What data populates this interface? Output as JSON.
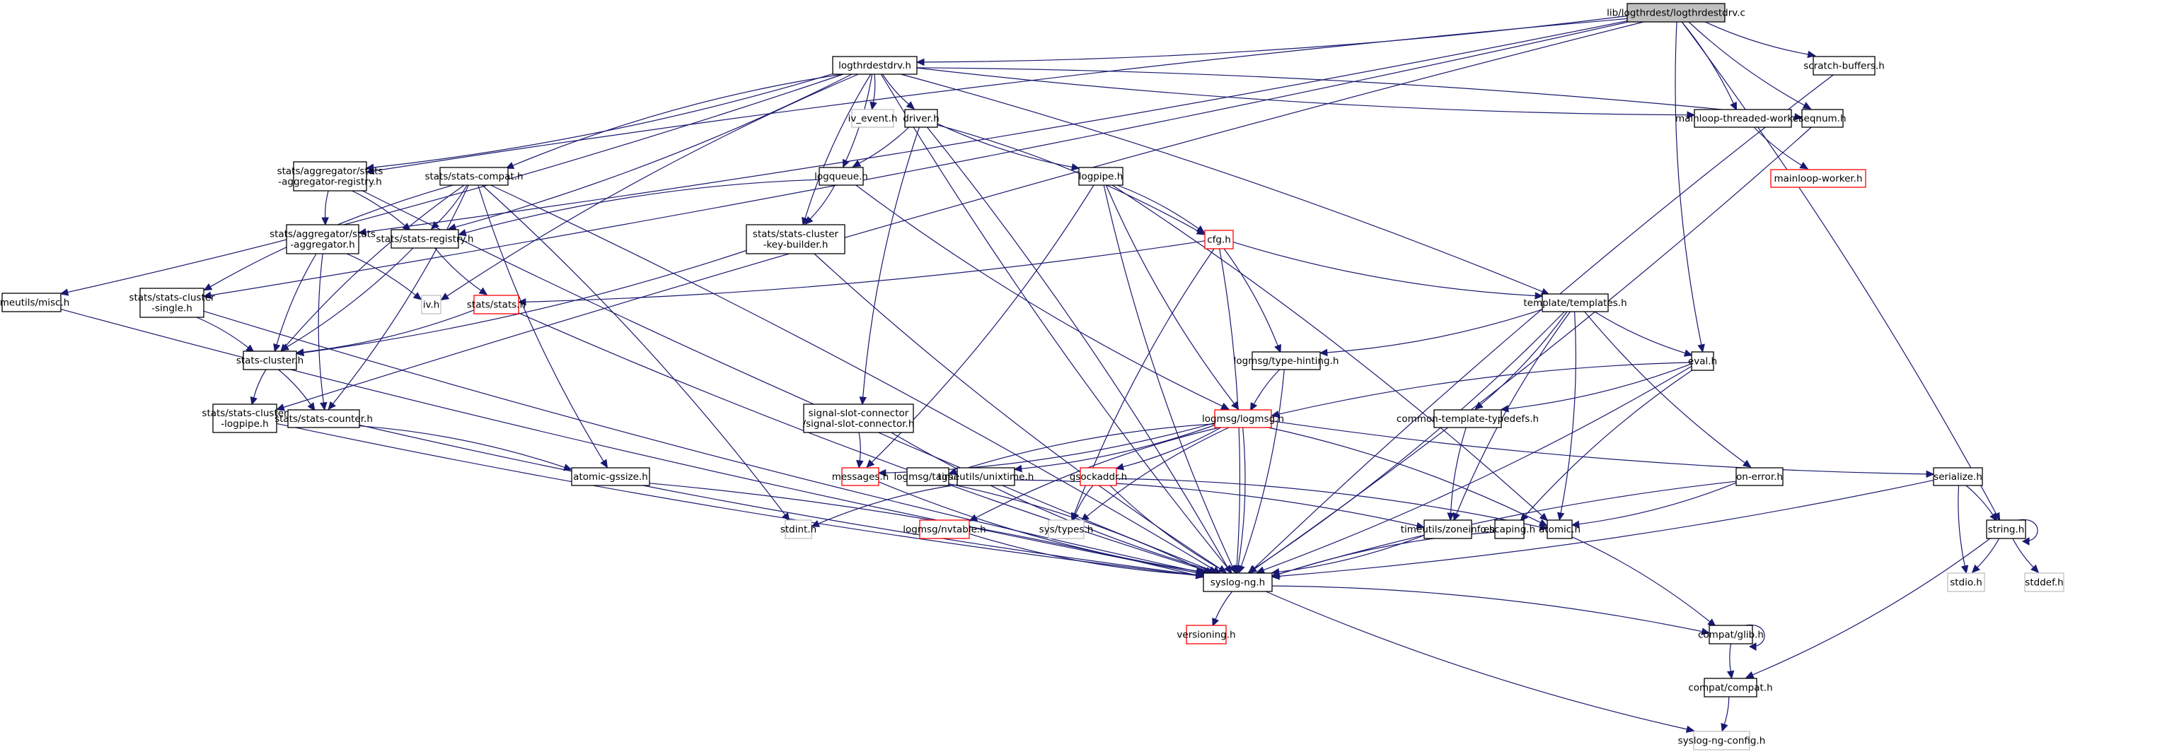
{
  "title": "lib/logthrdest/logthrdestdrv.c include dependency graph",
  "colors": {
    "edge": "#191970",
    "root_fill": "#bfbfbf",
    "node_fill": "#ffffff",
    "border_normal": "#000000",
    "border_red": "#ff0000",
    "border_external": "#bfbfbf"
  },
  "nodes": [
    {
      "id": "root",
      "label": [
        "lib/logthrdest/logthrdestdrv.c"
      ],
      "kind": "root"
    },
    {
      "id": "logthrdestdrv_h",
      "label": [
        "logthrdestdrv.h"
      ],
      "kind": "normal"
    },
    {
      "id": "scratch_buffers",
      "label": [
        "scratch-buffers.h"
      ],
      "kind": "normal"
    },
    {
      "id": "mainloop_threaded_worker",
      "label": [
        "mainloop-threaded-worker.h"
      ],
      "kind": "normal"
    },
    {
      "id": "seqnum",
      "label": [
        "seqnum.h"
      ],
      "kind": "normal"
    },
    {
      "id": "mainloop_worker",
      "label": [
        "mainloop-worker.h"
      ],
      "kind": "red"
    },
    {
      "id": "iv_event",
      "label": [
        "iv_event.h"
      ],
      "kind": "external"
    },
    {
      "id": "driver",
      "label": [
        "driver.h"
      ],
      "kind": "normal"
    },
    {
      "id": "logqueue",
      "label": [
        "logqueue.h"
      ],
      "kind": "normal"
    },
    {
      "id": "logpipe",
      "label": [
        "logpipe.h"
      ],
      "kind": "normal"
    },
    {
      "id": "stats_agg_registry",
      "label": [
        "stats/aggregator/stats",
        "-aggregator-registry.h"
      ],
      "kind": "normal"
    },
    {
      "id": "stats_compat",
      "label": [
        "stats/stats-compat.h"
      ],
      "kind": "normal"
    },
    {
      "id": "stats_aggregator",
      "label": [
        "stats/aggregator/stats",
        "-aggregator.h"
      ],
      "kind": "normal"
    },
    {
      "id": "stats_registry",
      "label": [
        "stats/stats-registry.h"
      ],
      "kind": "normal"
    },
    {
      "id": "stats_cluster_key_builder",
      "label": [
        "stats/stats-cluster",
        "-key-builder.h"
      ],
      "kind": "normal"
    },
    {
      "id": "cfg",
      "label": [
        "cfg.h"
      ],
      "kind": "red"
    },
    {
      "id": "timeutils_misc",
      "label": [
        "timeutils/misc.h"
      ],
      "kind": "normal"
    },
    {
      "id": "stats_cluster_single",
      "label": [
        "stats/stats-cluster",
        "-single.h"
      ],
      "kind": "normal"
    },
    {
      "id": "iv",
      "label": [
        "iv.h"
      ],
      "kind": "external"
    },
    {
      "id": "stats_stats",
      "label": [
        "stats/stats.h"
      ],
      "kind": "red"
    },
    {
      "id": "templates",
      "label": [
        "template/templates.h"
      ],
      "kind": "normal"
    },
    {
      "id": "stats_cluster",
      "label": [
        "stats-cluster.h"
      ],
      "kind": "normal"
    },
    {
      "id": "eval",
      "label": [
        "eval.h"
      ],
      "kind": "normal"
    },
    {
      "id": "type_hinting",
      "label": [
        "logmsg/type-hinting.h"
      ],
      "kind": "normal"
    },
    {
      "id": "stats_cluster_logpipe",
      "label": [
        "stats/stats-cluster",
        "-logpipe.h"
      ],
      "kind": "normal"
    },
    {
      "id": "stats_counter",
      "label": [
        "stats/stats-counter.h"
      ],
      "kind": "normal"
    },
    {
      "id": "logmsg",
      "label": [
        "logmsg/logmsg.h"
      ],
      "kind": "red"
    },
    {
      "id": "common_template_typedefs",
      "label": [
        "common-template-typedefs.h"
      ],
      "kind": "normal"
    },
    {
      "id": "signal_slot_connector",
      "label": [
        "signal-slot-connector",
        "/signal-slot-connector.h"
      ],
      "kind": "normal"
    },
    {
      "id": "atomic_gssize",
      "label": [
        "atomic-gssize.h"
      ],
      "kind": "normal"
    },
    {
      "id": "messages",
      "label": [
        "messages.h"
      ],
      "kind": "red"
    },
    {
      "id": "tags",
      "label": [
        "logmsg/tags.h"
      ],
      "kind": "normal"
    },
    {
      "id": "unixtime",
      "label": [
        "timeutils/unixtime.h"
      ],
      "kind": "normal"
    },
    {
      "id": "gsockaddr",
      "label": [
        "gsockaddr.h"
      ],
      "kind": "red"
    },
    {
      "id": "on_error",
      "label": [
        "on-error.h"
      ],
      "kind": "normal"
    },
    {
      "id": "serialize",
      "label": [
        "serialize.h"
      ],
      "kind": "normal"
    },
    {
      "id": "stdint",
      "label": [
        "stdint.h"
      ],
      "kind": "external"
    },
    {
      "id": "nvtable",
      "label": [
        "logmsg/nvtable.h"
      ],
      "kind": "red"
    },
    {
      "id": "sys_types",
      "label": [
        "sys/types.h"
      ],
      "kind": "external"
    },
    {
      "id": "zoneinfo",
      "label": [
        "timeutils/zoneinfo.h"
      ],
      "kind": "normal"
    },
    {
      "id": "escaping",
      "label": [
        "escaping.h"
      ],
      "kind": "normal"
    },
    {
      "id": "atomic",
      "label": [
        "atomic.h"
      ],
      "kind": "normal"
    },
    {
      "id": "string",
      "label": [
        "string.h"
      ],
      "kind": "normal"
    },
    {
      "id": "stdio",
      "label": [
        "stdio.h"
      ],
      "kind": "external"
    },
    {
      "id": "stddef",
      "label": [
        "stddef.h"
      ],
      "kind": "external"
    },
    {
      "id": "syslog_ng",
      "label": [
        "syslog-ng.h"
      ],
      "kind": "normal"
    },
    {
      "id": "versioning",
      "label": [
        "versioning.h"
      ],
      "kind": "red"
    },
    {
      "id": "compat_glib",
      "label": [
        "compat/glib.h"
      ],
      "kind": "normal"
    },
    {
      "id": "compat_compat",
      "label": [
        "compat/compat.h"
      ],
      "kind": "normal"
    },
    {
      "id": "syslog_ng_config",
      "label": [
        "syslog-ng-config.h"
      ],
      "kind": "external"
    }
  ],
  "edges": [
    [
      "root",
      "logthrdestdrv_h"
    ],
    [
      "root",
      "scratch_buffers"
    ],
    [
      "root",
      "mainloop_threaded_worker"
    ],
    [
      "root",
      "seqnum"
    ],
    [
      "root",
      "string"
    ],
    [
      "root",
      "eval"
    ],
    [
      "root",
      "stats_cluster_single"
    ],
    [
      "root",
      "stats_cluster_logpipe"
    ],
    [
      "root",
      "stats_aggregator"
    ],
    [
      "root",
      "stats_agg_registry"
    ],
    [
      "logthrdestdrv_h",
      "iv_event"
    ],
    [
      "logthrdestdrv_h",
      "driver"
    ],
    [
      "logthrdestdrv_h",
      "logqueue"
    ],
    [
      "logthrdestdrv_h",
      "mainloop_threaded_worker"
    ],
    [
      "logthrdestdrv_h",
      "seqnum"
    ],
    [
      "logthrdestdrv_h",
      "stats_compat"
    ],
    [
      "logthrdestdrv_h",
      "stats_registry"
    ],
    [
      "logthrdestdrv_h",
      "stats_cluster_key_builder"
    ],
    [
      "logthrdestdrv_h",
      "timeutils_misc"
    ],
    [
      "logthrdestdrv_h",
      "iv"
    ],
    [
      "logthrdestdrv_h",
      "templates"
    ],
    [
      "logthrdestdrv_h",
      "syslog_ng"
    ],
    [
      "logthrdestdrv_h",
      "stats_agg_registry"
    ],
    [
      "mainloop_threaded_worker",
      "mainloop_worker"
    ],
    [
      "seqnum",
      "syslog_ng"
    ],
    [
      "scratch_buffers",
      "syslog_ng"
    ],
    [
      "driver",
      "logqueue"
    ],
    [
      "driver",
      "logpipe"
    ],
    [
      "driver",
      "cfg"
    ],
    [
      "driver",
      "signal_slot_connector"
    ],
    [
      "driver",
      "syslog_ng"
    ],
    [
      "logqueue",
      "stats_registry"
    ],
    [
      "logqueue",
      "stats_cluster_key_builder"
    ],
    [
      "logqueue",
      "logmsg"
    ],
    [
      "logpipe",
      "cfg"
    ],
    [
      "logpipe",
      "logmsg"
    ],
    [
      "logpipe",
      "messages"
    ],
    [
      "logpipe",
      "syslog_ng"
    ],
    [
      "logpipe",
      "atomic"
    ],
    [
      "stats_agg_registry",
      "stats_aggregator"
    ],
    [
      "stats_agg_registry",
      "stats_registry"
    ],
    [
      "stats_agg_registry",
      "syslog_ng"
    ],
    [
      "stats_compat",
      "stats_registry"
    ],
    [
      "stats_compat",
      "stats_cluster"
    ],
    [
      "stats_compat",
      "stats_counter"
    ],
    [
      "stats_compat",
      "atomic_gssize"
    ],
    [
      "stats_compat",
      "stdint"
    ],
    [
      "stats_compat",
      "stats_cluster_single"
    ],
    [
      "stats_compat",
      "syslog_ng"
    ],
    [
      "stats_aggregator",
      "stats_cluster"
    ],
    [
      "stats_aggregator",
      "iv"
    ],
    [
      "stats_aggregator",
      "stats_counter"
    ],
    [
      "stats_registry",
      "stats_cluster"
    ],
    [
      "stats_registry",
      "stats_stats"
    ],
    [
      "stats_cluster_key_builder",
      "stats_cluster"
    ],
    [
      "stats_cluster_key_builder",
      "syslog_ng"
    ],
    [
      "cfg",
      "stats_stats"
    ],
    [
      "cfg",
      "templates"
    ],
    [
      "cfg",
      "type_hinting"
    ],
    [
      "cfg",
      "sys_types"
    ],
    [
      "cfg",
      "syslog_ng"
    ],
    [
      "timeutils_misc",
      "syslog_ng"
    ],
    [
      "stats_cluster_single",
      "stats_cluster"
    ],
    [
      "stats_cluster_single",
      "syslog_ng"
    ],
    [
      "stats_stats",
      "stats_cluster"
    ],
    [
      "stats_stats",
      "syslog_ng"
    ],
    [
      "templates",
      "type_hinting"
    ],
    [
      "templates",
      "eval"
    ],
    [
      "templates",
      "common_template_typedefs"
    ],
    [
      "templates",
      "zoneinfo"
    ],
    [
      "templates",
      "atomic"
    ],
    [
      "templates",
      "on_error"
    ],
    [
      "templates",
      "syslog_ng"
    ],
    [
      "stats_cluster",
      "stats_cluster_logpipe"
    ],
    [
      "stats_cluster",
      "stats_counter"
    ],
    [
      "eval",
      "logmsg"
    ],
    [
      "eval",
      "common_template_typedefs"
    ],
    [
      "eval",
      "escaping"
    ],
    [
      "eval",
      "syslog_ng"
    ],
    [
      "type_hinting",
      "logmsg"
    ],
    [
      "type_hinting",
      "syslog_ng"
    ],
    [
      "stats_cluster_logpipe",
      "syslog_ng"
    ],
    [
      "stats_counter",
      "atomic_gssize"
    ],
    [
      "stats_counter",
      "syslog_ng"
    ],
    [
      "logmsg",
      "messages"
    ],
    [
      "logmsg",
      "tags"
    ],
    [
      "logmsg",
      "unixtime"
    ],
    [
      "logmsg",
      "nvtable"
    ],
    [
      "logmsg",
      "gsockaddr"
    ],
    [
      "logmsg",
      "sys_types"
    ],
    [
      "logmsg",
      "atomic"
    ],
    [
      "logmsg",
      "serialize"
    ],
    [
      "logmsg",
      "syslog_ng"
    ],
    [
      "common_template_typedefs",
      "zoneinfo"
    ],
    [
      "signal_slot_connector",
      "messages"
    ],
    [
      "signal_slot_connector",
      "syslog_ng"
    ],
    [
      "atomic_gssize",
      "syslog_ng"
    ],
    [
      "messages",
      "syslog_ng"
    ],
    [
      "tags",
      "syslog_ng"
    ],
    [
      "unixtime",
      "stdint"
    ],
    [
      "unixtime",
      "zoneinfo"
    ],
    [
      "gsockaddr",
      "sys_types"
    ],
    [
      "gsockaddr",
      "atomic"
    ],
    [
      "gsockaddr",
      "syslog_ng"
    ],
    [
      "on_error",
      "atomic"
    ],
    [
      "on_error",
      "syslog_ng"
    ],
    [
      "serialize",
      "string"
    ],
    [
      "serialize",
      "stdio"
    ],
    [
      "serialize",
      "syslog_ng"
    ],
    [
      "nvtable",
      "syslog_ng"
    ],
    [
      "zoneinfo",
      "syslog_ng"
    ],
    [
      "escaping",
      "syslog_ng"
    ],
    [
      "atomic",
      "compat_glib"
    ],
    [
      "string",
      "string"
    ],
    [
      "string",
      "stdio"
    ],
    [
      "string",
      "stddef"
    ],
    [
      "string",
      "compat_compat"
    ],
    [
      "syslog_ng",
      "versioning"
    ],
    [
      "syslog_ng",
      "compat_glib"
    ],
    [
      "syslog_ng",
      "syslog_ng_config"
    ],
    [
      "compat_glib",
      "compat_glib"
    ],
    [
      "compat_glib",
      "compat_compat"
    ],
    [
      "compat_compat",
      "syslog_ng_config"
    ]
  ]
}
